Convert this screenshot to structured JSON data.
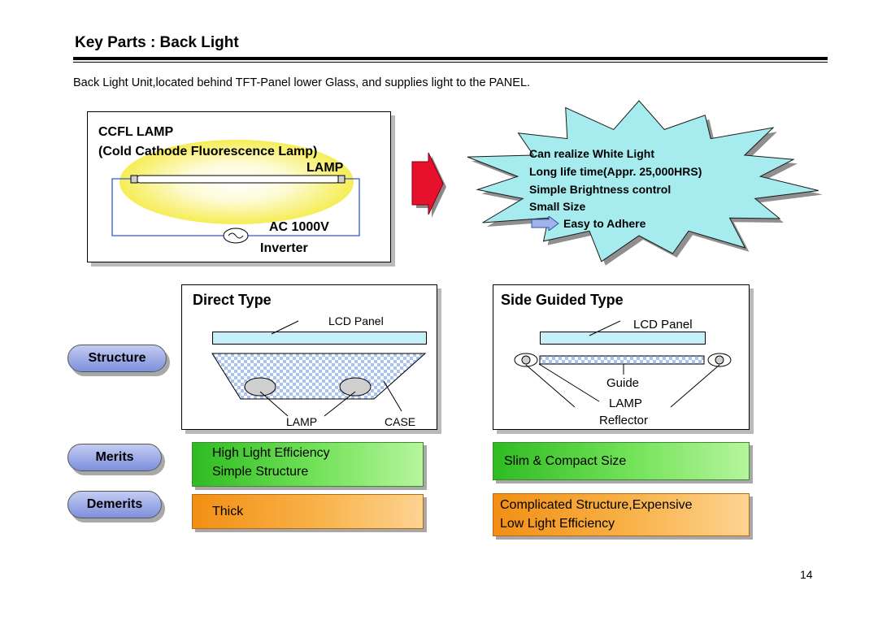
{
  "header": {
    "title": "Key Parts : Back Light"
  },
  "intro": "Back Light Unit,located behind TFT-Panel lower Glass, and supplies light to the PANEL.",
  "ccfl": {
    "heading": "CCFL LAMP",
    "subheading": "(Cold Cathode Fluorescence Lamp)",
    "lamp_label": "LAMP",
    "voltage": "AC 1000V",
    "inverter": "Inverter"
  },
  "starburst": {
    "lines": [
      "Can realize White Light",
      "Long life time(Appr. 25,000HRS)",
      "Simple Brightness control",
      "Small Size"
    ],
    "result": "Easy to Adhere"
  },
  "row_labels": {
    "structure": "Structure",
    "merits": "Merits",
    "demerits": "Demerits"
  },
  "direct": {
    "title": "Direct Type",
    "lcd_panel": "LCD Panel",
    "lamp": "LAMP",
    "case": "CASE",
    "merits": [
      "High Light Efficiency",
      "Simple Structure"
    ],
    "demerits": [
      "Thick"
    ]
  },
  "side": {
    "title": "Side Guided Type",
    "lcd_panel": "LCD Panel",
    "guide": "Guide",
    "lamp": "LAMP",
    "reflector": "Reflector",
    "merits": [
      "Slim & Compact Size"
    ],
    "demerits": [
      "Complicated Structure,Expensive",
      "Low Light Efficiency"
    ]
  },
  "footer": {
    "page_number": "14"
  },
  "colors": {
    "merit_green": "#4fd234",
    "demerit_orange": "#f5a030",
    "starburst_cyan": "#a6ecef",
    "arrow_red": "#e8112d",
    "pill_blue": "#9aa8e8"
  }
}
